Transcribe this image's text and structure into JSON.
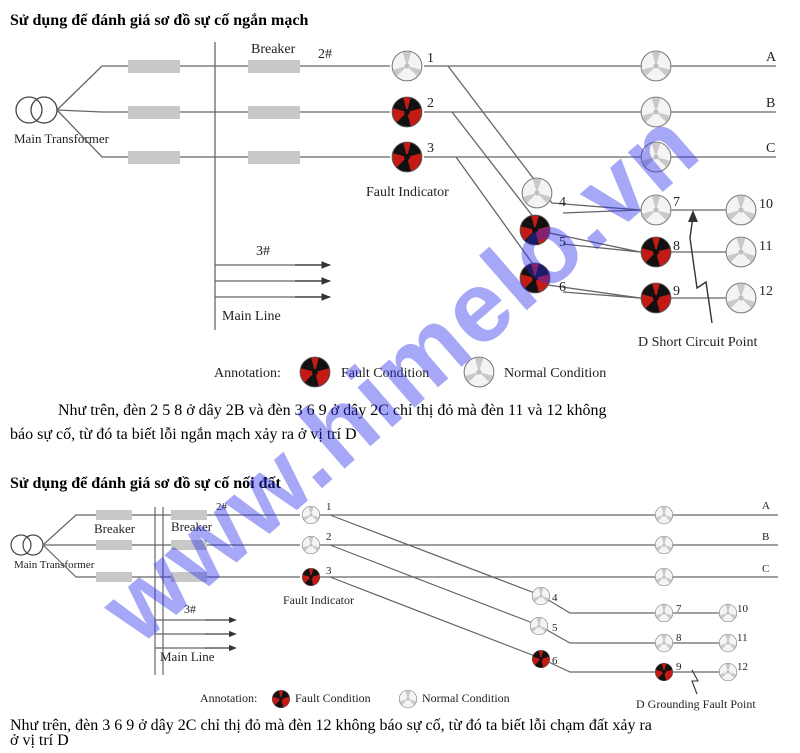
{
  "section1": {
    "title": "Sử dụng để đánh giá sơ đồ sự cố ngắn mạch",
    "paragraph_line1": "Như trên, đèn 2 5 8 ở dây 2B và đèn 3 6 9 ở dây 2C chỉ thị đỏ mà đèn 11 và 12 không",
    "paragraph_line2": "báo sự cố, từ đó ta biết lỗi ngắn mạch xảy ra ở vị trí D",
    "diagram": {
      "main_transformer": "Main Transformer",
      "breaker": "Breaker",
      "feeder_2": "2#",
      "feeder_3": "3#",
      "main_line": "Main Line",
      "fault_indicator": "Fault Indicator",
      "fault_point": "D Short Circuit Point",
      "annotation": "Annotation:",
      "fault_condition": "Fault Condition",
      "normal_condition": "Normal Condition",
      "phases": [
        "A",
        "B",
        "C"
      ],
      "indicators": [
        "1",
        "2",
        "3",
        "4",
        "5",
        "6",
        "7",
        "8",
        "9",
        "10",
        "11",
        "12"
      ],
      "fault_indicators": [
        "2",
        "3",
        "5",
        "6",
        "8",
        "9"
      ]
    }
  },
  "section2": {
    "title": "Sử dụng để đánh giá sơ đồ sự cố nối đất",
    "paragraph_line1": "Như trên, đèn 3 6 9 ở dây 2C chỉ thị đỏ mà đèn 12 không báo sự cố, từ đó ta biết lỗi chạm đất xảy ra",
    "paragraph_line2": "ở vị trí D",
    "diagram": {
      "main_transformer": "Main Transformer",
      "breaker_1": "Breaker",
      "breaker_2": "Breaker",
      "feeder_2": "2#",
      "feeder_3": "3#",
      "main_line": "Main Line",
      "fault_indicator": "Fault Indicator",
      "fault_point": "D Grounding Fault Point",
      "annotation": "Annotation:",
      "fault_condition": "Fault Condition",
      "normal_condition": "Normal Condition",
      "phases": [
        "A",
        "B",
        "C"
      ],
      "indicators": [
        "1",
        "2",
        "3",
        "4",
        "5",
        "6",
        "7",
        "8",
        "9",
        "10",
        "11",
        "12"
      ],
      "fault_indicators": [
        "3",
        "6",
        "9"
      ]
    }
  },
  "watermark": "www.himelo.vn",
  "colors": {
    "fault_red": "#c41a14",
    "fault_black": "#111111",
    "normal_gray": "#cfcfcf",
    "watermark": "#2d2deb"
  }
}
